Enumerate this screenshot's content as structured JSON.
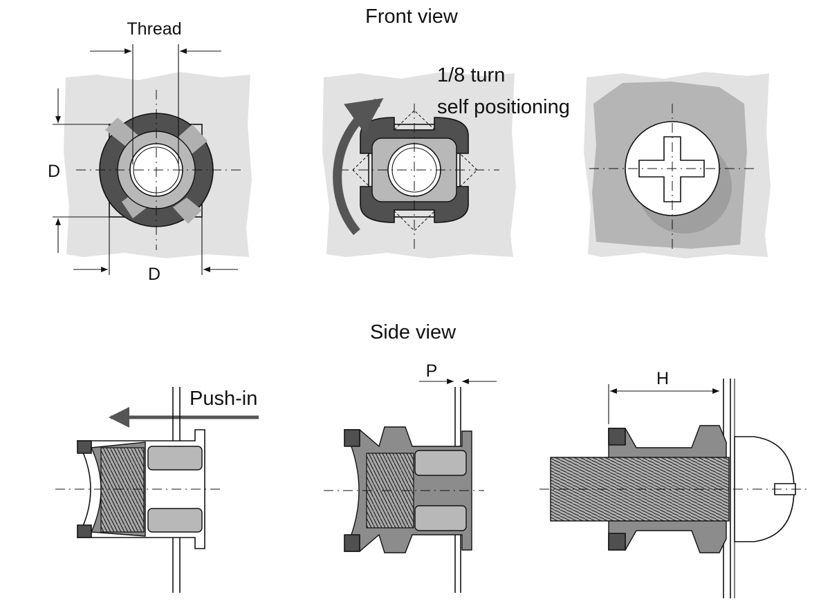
{
  "labels": {
    "front_view": "Front view",
    "side_view": "Side view",
    "thread": "Thread",
    "d_vertical": "D",
    "d_horizontal": "D",
    "turn_line1": "1/8 turn",
    "turn_line2": "self positioning",
    "push_in": "Push-in",
    "p_dim": "P",
    "h_dim": "H"
  },
  "colors": {
    "panel": "#e2e2e2",
    "panel_dark": "#b5b5b5",
    "nut_dark": "#505050",
    "nut_mid": "#8c8c8c",
    "nut_light": "#b8b8b8",
    "arrow": "#555555"
  }
}
